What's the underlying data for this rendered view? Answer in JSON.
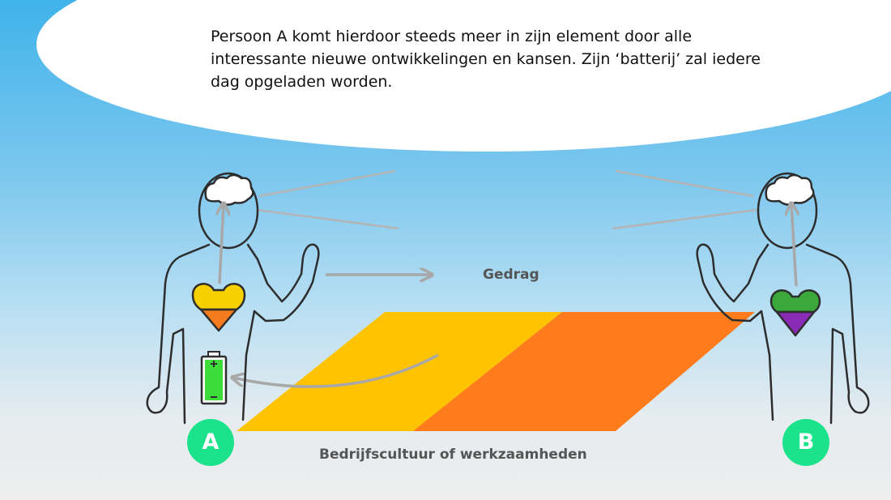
{
  "caption": {
    "lines": [
      "Persoon A komt hierdoor steeds meer in zijn element door alle",
      "interessante nieuwe ontwikkelingen en kansen. Zijn ‘batterij’ zal iedere",
      "dag opgeladen worden."
    ]
  },
  "labels": {
    "gedrag": "Gedrag",
    "floor": "Bedrijfscultuur of werkzaamheden"
  },
  "persons": {
    "a": {
      "badge": "A",
      "heart_top_color": "#f7d000",
      "heart_bottom_color": "#f47c1e",
      "battery_level": 1.0,
      "battery_color": "#3ddc3a"
    },
    "b": {
      "badge": "B",
      "heart_top_color": "#3aa83a",
      "heart_bottom_color": "#8a2bb5"
    }
  },
  "colors": {
    "badge": "#1de28c",
    "floor_yellow": "#ffc300",
    "floor_orange": "#ff7b1c",
    "arrow_gray": "#a8a8a8",
    "outline": "#2d2d2d"
  }
}
